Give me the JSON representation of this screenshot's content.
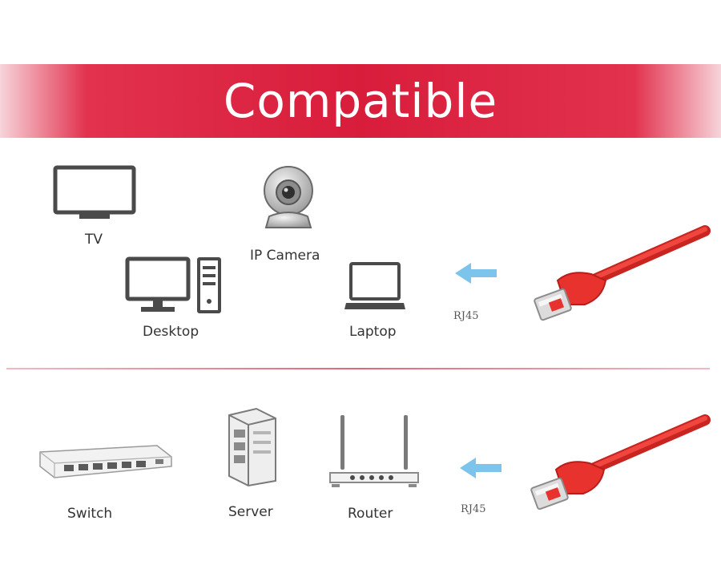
{
  "banner": {
    "title": "Compatible",
    "color": "#d81d3b"
  },
  "row1": {
    "devices": [
      {
        "label": "TV",
        "icon": "tv-icon"
      },
      {
        "label": "IP Camera",
        "icon": "ip-camera-icon"
      },
      {
        "label": "Desktop",
        "icon": "desktop-icon"
      },
      {
        "label": "Laptop",
        "icon": "laptop-icon"
      }
    ],
    "connector_label": "RJ45"
  },
  "row2": {
    "devices": [
      {
        "label": "Switch",
        "icon": "switch-icon"
      },
      {
        "label": "Server",
        "icon": "server-icon"
      },
      {
        "label": "Router",
        "icon": "router-icon"
      }
    ],
    "connector_label": "RJ45"
  },
  "colors": {
    "cable": "#e8322e",
    "arrow": "#7cc4ec",
    "icon_stroke": "#4a4a4a"
  }
}
